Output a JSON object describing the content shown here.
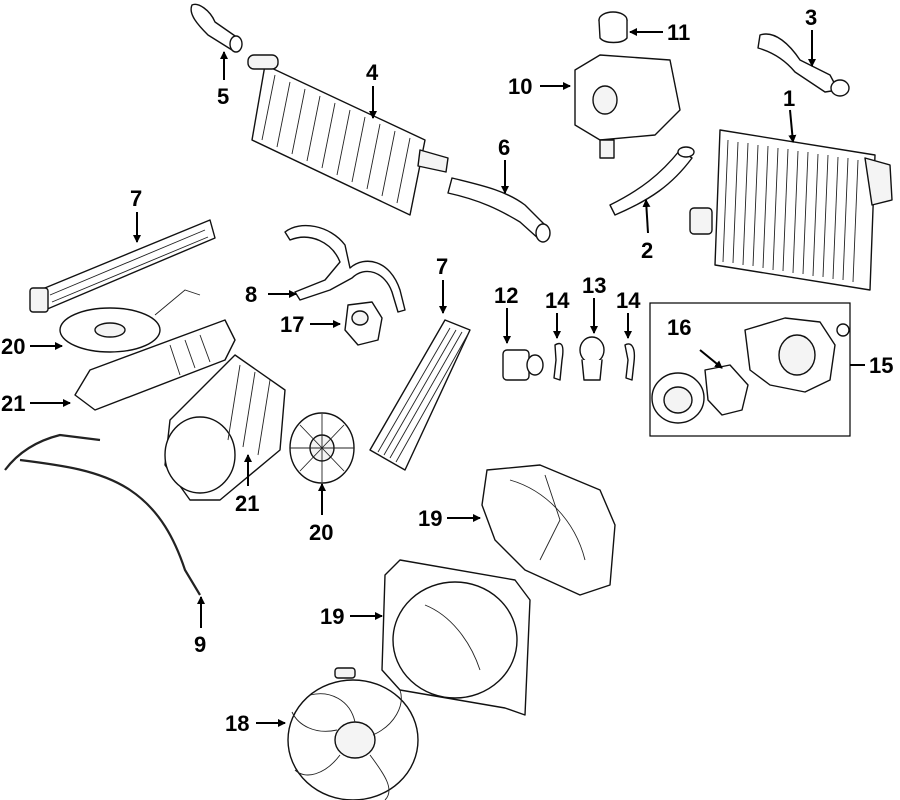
{
  "diagram": {
    "callouts": {
      "c1": "1",
      "c2": "2",
      "c3": "3",
      "c4": "4",
      "c5": "5",
      "c6": "6",
      "c7a": "7",
      "c7b": "7",
      "c8": "8",
      "c9": "9",
      "c10": "10",
      "c11": "11",
      "c12": "12",
      "c13": "13",
      "c14a": "14",
      "c14b": "14",
      "c15": "15",
      "c16": "16",
      "c17": "17",
      "c18": "18",
      "c19a": "19",
      "c19b": "19",
      "c20a": "20",
      "c20b": "20",
      "c21a": "21",
      "c21b": "21"
    }
  }
}
